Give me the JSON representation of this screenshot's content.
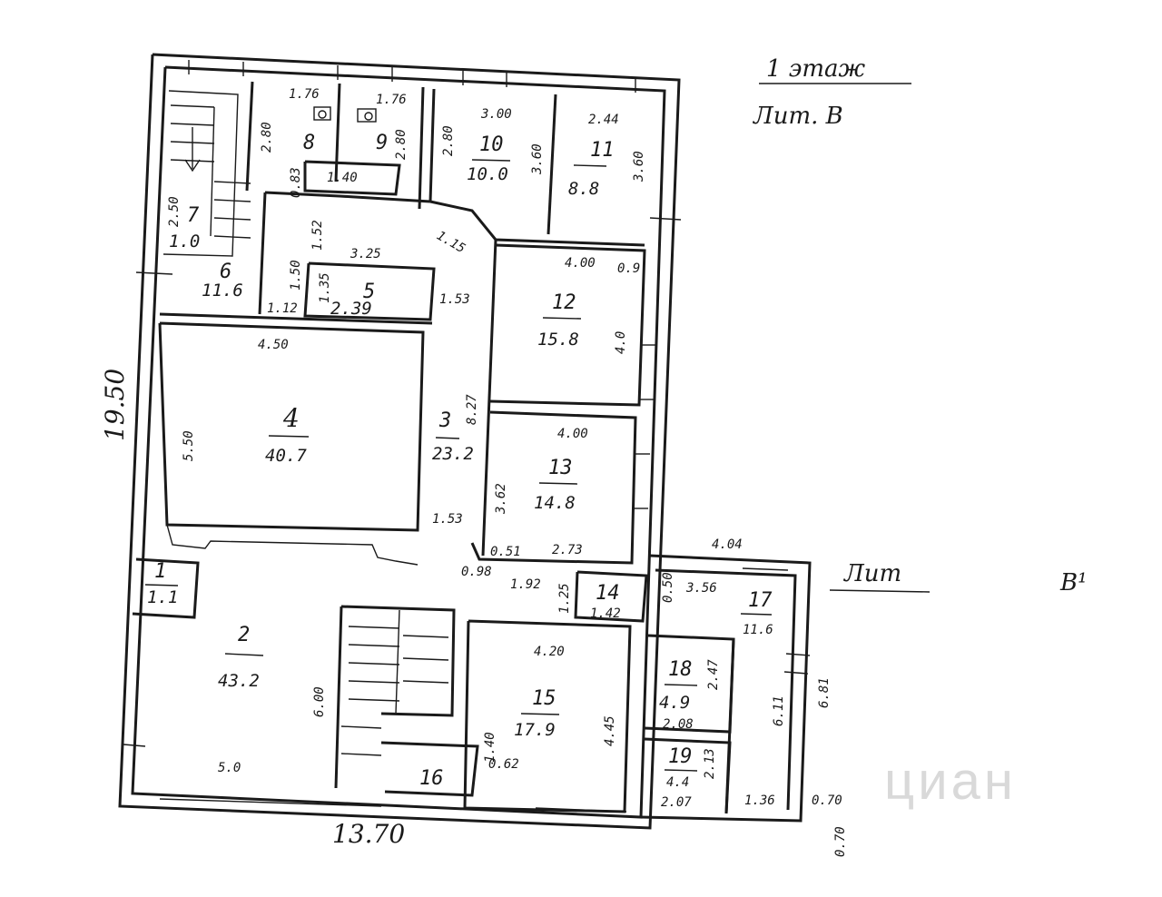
{
  "header": {
    "floor": "1 этаж",
    "letter_label": "Лит. В",
    "annex_label": "Лит",
    "annex_letter": "В¹"
  },
  "overall": {
    "length": "13.70",
    "height": "19.50"
  },
  "rooms": [
    {
      "id": "r1",
      "num": "1",
      "area": "1.1"
    },
    {
      "id": "r2",
      "num": "2",
      "area": "43.2"
    },
    {
      "id": "r3",
      "num": "3",
      "area": "23.2"
    },
    {
      "id": "r4",
      "num": "4",
      "area": "40.7"
    },
    {
      "id": "r5",
      "num": "5",
      "area": "2.39"
    },
    {
      "id": "r6",
      "num": "6",
      "area": "11.6"
    },
    {
      "id": "r7",
      "num": "7",
      "area": "1.0"
    },
    {
      "id": "r8",
      "num": "8",
      "area": ""
    },
    {
      "id": "r9",
      "num": "9",
      "area": ""
    },
    {
      "id": "r10",
      "num": "10",
      "area": "10.0"
    },
    {
      "id": "r11",
      "num": "11",
      "area": "8.8"
    },
    {
      "id": "r12",
      "num": "12",
      "area": "15.8"
    },
    {
      "id": "r13",
      "num": "13",
      "area": "14.8"
    },
    {
      "id": "r14",
      "num": "14",
      "area": "1.42"
    },
    {
      "id": "r15",
      "num": "15",
      "area": "17.9"
    },
    {
      "id": "r16",
      "num": "16",
      "area": ""
    },
    {
      "id": "r17",
      "num": "17",
      "area": "11.6"
    },
    {
      "id": "r18",
      "num": "18",
      "area": "4.9"
    },
    {
      "id": "r19",
      "num": "19",
      "area": "4.4"
    }
  ],
  "dimensions": [
    {
      "id": "d01",
      "text": "1.76"
    },
    {
      "id": "d02",
      "text": "1.76"
    },
    {
      "id": "d03",
      "text": "2.80"
    },
    {
      "id": "d04",
      "text": "2.80"
    },
    {
      "id": "d05",
      "text": "0.83"
    },
    {
      "id": "d06",
      "text": "1.40"
    },
    {
      "id": "d07",
      "text": "3.00"
    },
    {
      "id": "d08",
      "text": "2.80"
    },
    {
      "id": "d09",
      "text": "3.60"
    },
    {
      "id": "d10",
      "text": "2.44"
    },
    {
      "id": "d11",
      "text": "3.60"
    },
    {
      "id": "d12",
      "text": "1.15"
    },
    {
      "id": "d13",
      "text": "3.25"
    },
    {
      "id": "d14",
      "text": "1.52"
    },
    {
      "id": "d15",
      "text": "1.50"
    },
    {
      "id": "d16",
      "text": "1.12"
    },
    {
      "id": "d17",
      "text": "1.35"
    },
    {
      "id": "d18",
      "text": "1.53"
    },
    {
      "id": "d19",
      "text": "2.50"
    },
    {
      "id": "d20",
      "text": "4.00"
    },
    {
      "id": "d21",
      "text": "0.9"
    },
    {
      "id": "d22",
      "text": "4.0"
    },
    {
      "id": "d23",
      "text": "4.50"
    },
    {
      "id": "d24",
      "text": "5.50"
    },
    {
      "id": "d25",
      "text": "8.27"
    },
    {
      "id": "d26",
      "text": "1.53"
    },
    {
      "id": "d27",
      "text": "4.00"
    },
    {
      "id": "d28",
      "text": "3.62"
    },
    {
      "id": "d29",
      "text": "2.73"
    },
    {
      "id": "d30",
      "text": "0.51"
    },
    {
      "id": "d31",
      "text": "4.04"
    },
    {
      "id": "d32",
      "text": "0.98"
    },
    {
      "id": "d33",
      "text": "1.92"
    },
    {
      "id": "d34",
      "text": "1.25"
    },
    {
      "id": "d35",
      "text": "0.50"
    },
    {
      "id": "d36",
      "text": "3.56"
    },
    {
      "id": "d37",
      "text": "4.20"
    },
    {
      "id": "d38",
      "text": "4.45"
    },
    {
      "id": "d39",
      "text": "6.00"
    },
    {
      "id": "d40",
      "text": "5.0"
    },
    {
      "id": "d41",
      "text": "1.40"
    },
    {
      "id": "d42",
      "text": "0.62"
    },
    {
      "id": "d43",
      "text": "2.47"
    },
    {
      "id": "d44",
      "text": "2.08"
    },
    {
      "id": "d45",
      "text": "2.13"
    },
    {
      "id": "d46",
      "text": "2.07"
    },
    {
      "id": "d47",
      "text": "6.11"
    },
    {
      "id": "d48",
      "text": "6.81"
    },
    {
      "id": "d49",
      "text": "1.36"
    },
    {
      "id": "d50",
      "text": "0.70"
    },
    {
      "id": "d51",
      "text": "0.70"
    }
  ],
  "watermark": "циан"
}
